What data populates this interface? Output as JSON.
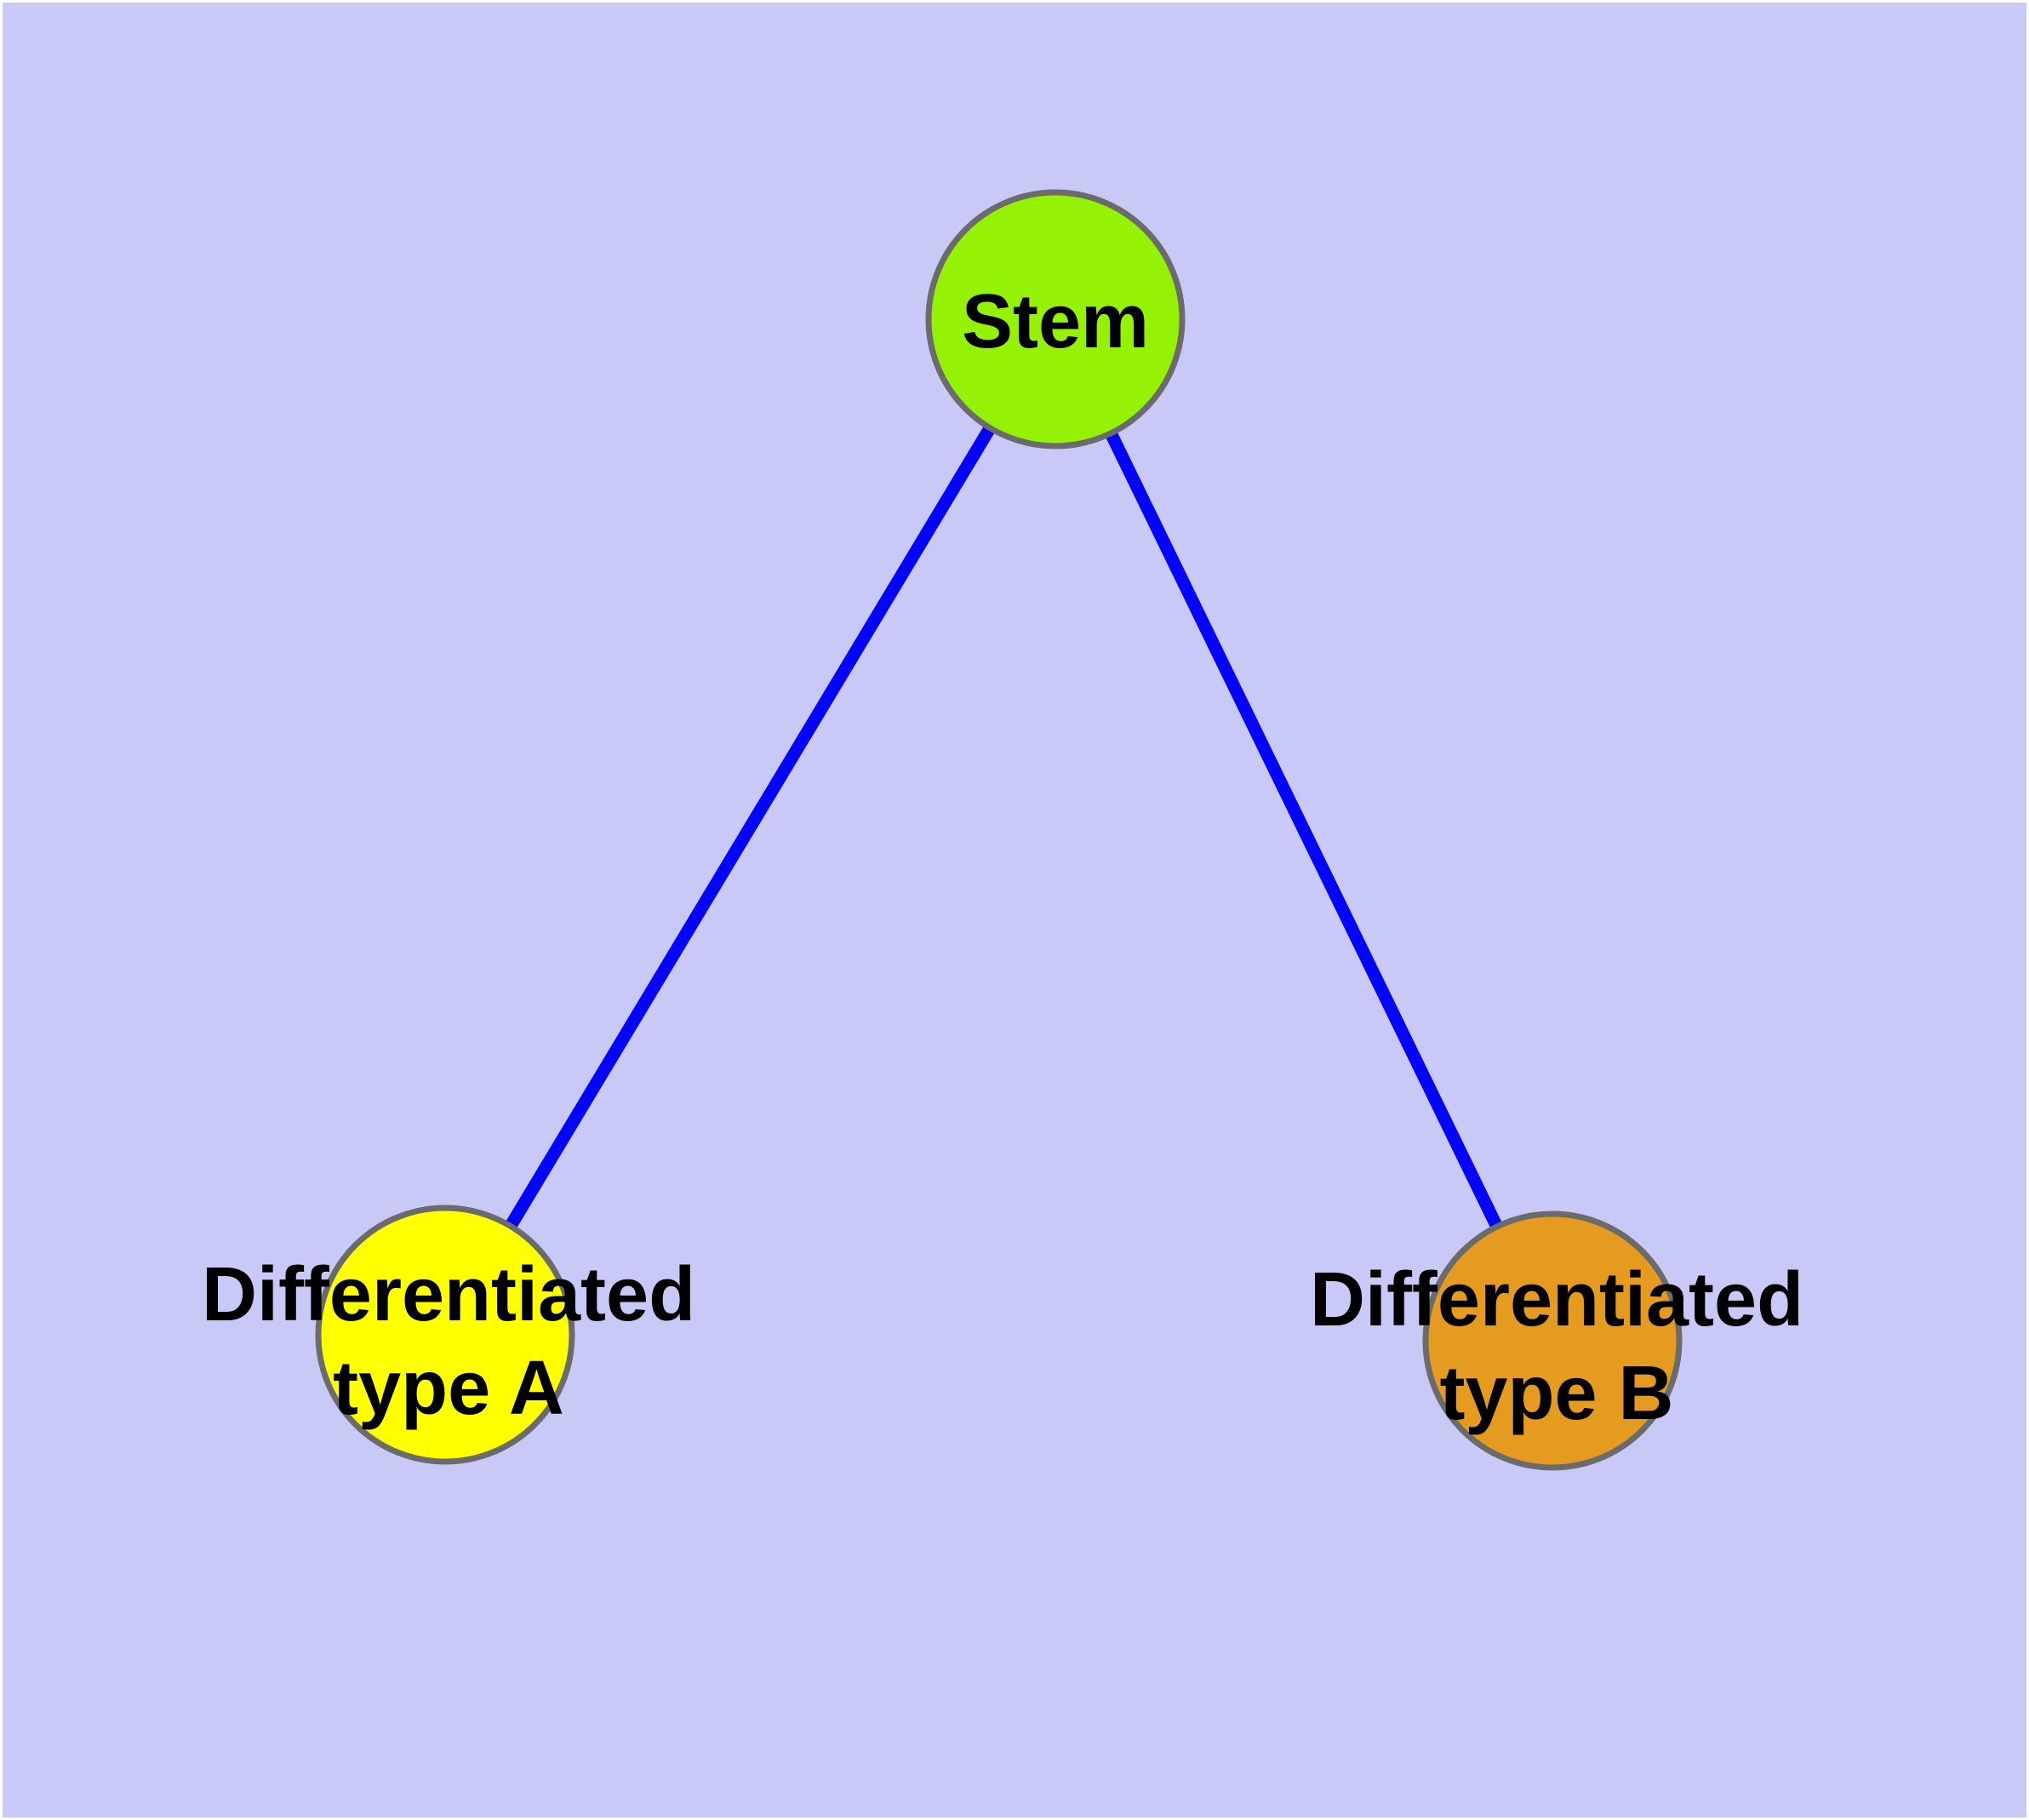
{
  "diagram": {
    "type": "node-link-graph",
    "nodes": {
      "stem": {
        "label": "Stem"
      },
      "type_a": {
        "label_line1": "Differentiated",
        "label_line2": "type A"
      },
      "type_b": {
        "label_line1": "Differentiated",
        "label_line2": "type B"
      }
    },
    "edges": [
      {
        "from": "Stem",
        "to": "Differentiated type A"
      },
      {
        "from": "Stem",
        "to": "Differentiated type B"
      }
    ],
    "colors": {
      "background": "#c9c9f8",
      "frame": "#ffffff",
      "edge": "#0404f8",
      "node_border": "#6b6b6b",
      "stem_fill": "#96f205",
      "type_a_fill": "#ffff00",
      "type_b_fill": "#e49b20",
      "label_text": "#000000"
    }
  }
}
